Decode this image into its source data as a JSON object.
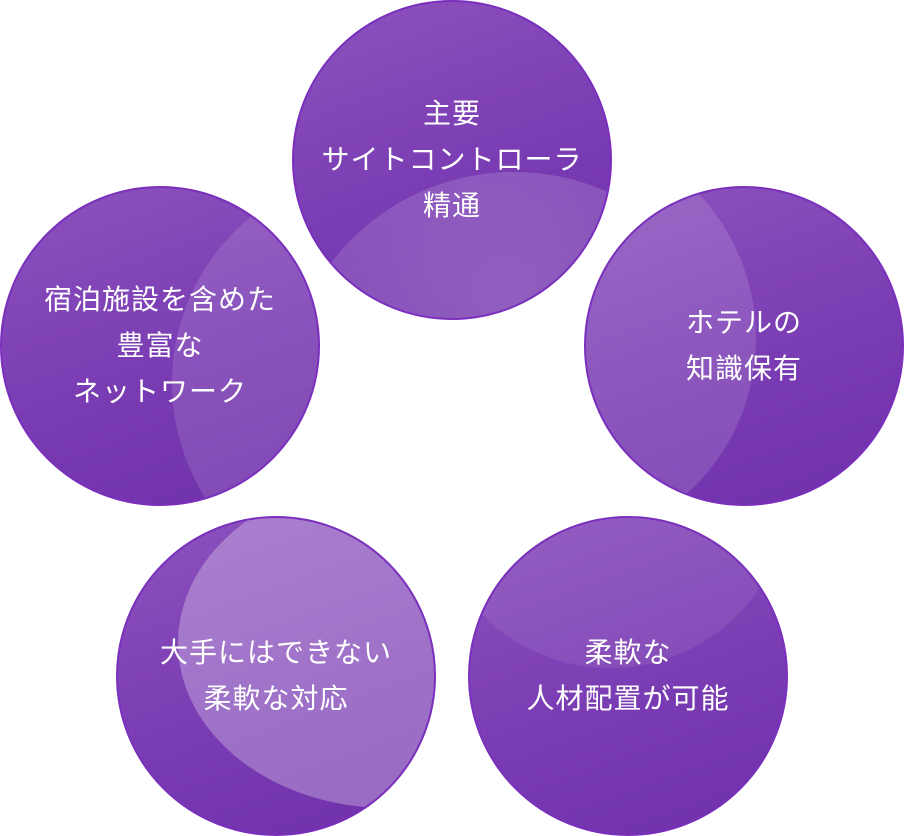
{
  "circles": {
    "top": {
      "lines": [
        "主要",
        "サイトコントローラ",
        "精通"
      ]
    },
    "left": {
      "lines": [
        "宿泊施設を含めた",
        "豊富な",
        "ネットワーク"
      ]
    },
    "right": {
      "lines": [
        "ホテルの",
        "知識保有"
      ]
    },
    "bottom_left": {
      "lines": [
        "大手にはできない",
        "柔軟な対応"
      ]
    },
    "bottom_right": {
      "lines": [
        "柔軟な",
        "人材配置が可能"
      ]
    }
  },
  "colors": {
    "circle_fill": "#7a3cb3",
    "circle_border": "#7a2fbd",
    "text": "#ffffff",
    "background": "#ffffff"
  }
}
